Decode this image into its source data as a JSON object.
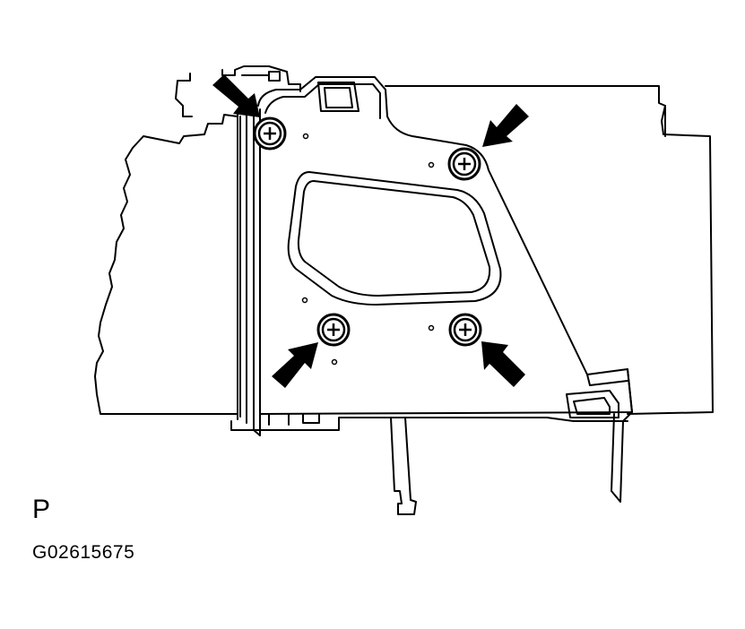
{
  "figure": {
    "view_label": "P",
    "figure_id": "G02615675"
  },
  "bolts": [
    {
      "name": "bolt-top-left",
      "callout": "arrow"
    },
    {
      "name": "bolt-top-right",
      "callout": "arrow"
    },
    {
      "name": "bolt-bottom-left",
      "callout": "arrow"
    },
    {
      "name": "bolt-bottom-right",
      "callout": "arrow"
    }
  ],
  "colors": {
    "line": "#000000",
    "background": "#ffffff"
  }
}
